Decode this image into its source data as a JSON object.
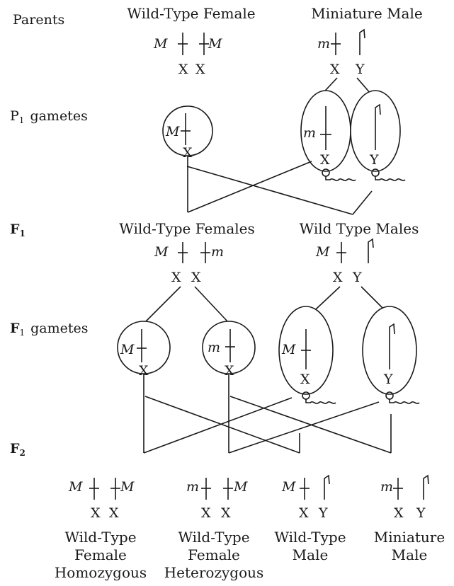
{
  "rows": {
    "parents": "Parents",
    "p1_gametes_main": "P",
    "p1_gametes_sub": "1",
    "p1_gametes_rest": "gametes",
    "f1_main": "F",
    "f1_sub": "1",
    "f1_gametes_main": "F",
    "f1_gametes_sub": "1",
    "f1_gametes_rest": "gametes",
    "f2_main": "F",
    "f2_sub": "2"
  },
  "parents": {
    "female_title": "Wild-Type Female",
    "male_title": "Miniature Male"
  },
  "f1": {
    "female_title": "Wild-Type Females",
    "male_title": "Wild Type Males"
  },
  "f2": {
    "labels": [
      [
        "Wild-Type",
        "Female",
        "Homozygous"
      ],
      [
        "Wild-Type",
        "Female",
        "Heterozygous"
      ],
      [
        "Wild-Type",
        "Male",
        ""
      ],
      [
        "Miniature",
        "Male",
        ""
      ]
    ]
  },
  "genes": {
    "dominant": "M",
    "recessive": "m"
  },
  "chromosomes": {
    "x": "X",
    "y": "Y"
  }
}
